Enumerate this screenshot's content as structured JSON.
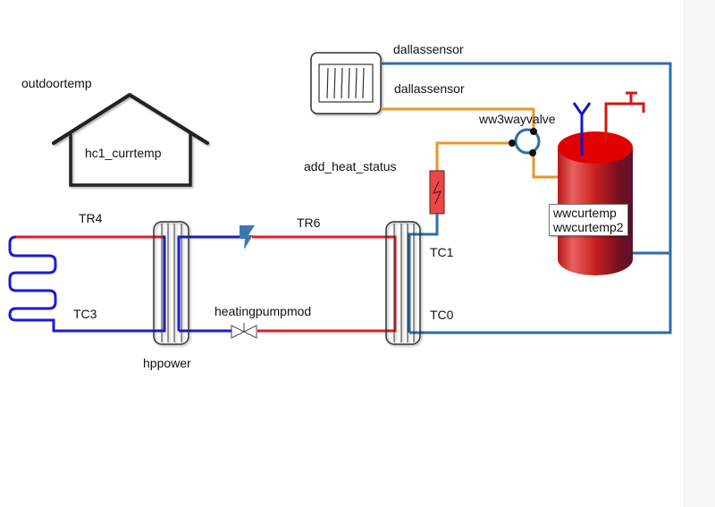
{
  "diagram": {
    "type": "heating-system-schematic",
    "colors": {
      "hot_pipe": "#e31b23",
      "cold_pipe": "#1a1ad6",
      "return_pipe": "#2b6ea8",
      "sensor_pipe": "#e8962a",
      "tank": "#d11a1a",
      "outline": "#222222"
    },
    "labels": {
      "outdoortemp": "outdoortemp",
      "hc1_currtemp": "hc1_currtemp",
      "dallassensor_top": "dallassensor",
      "dallassensor_mid": "dallassensor",
      "ww3wayvalve": "ww3wayvalve",
      "add_heat_status": "add_heat_status",
      "wwcurtemp": "wwcurtemp",
      "wwcurtemp2": "wwcurtemp2",
      "tr4": "TR4",
      "tr6": "TR6",
      "tc1": "TC1",
      "tc3": "TC3",
      "tc0": "TC0",
      "heatingpumpmod": "heatingpumpmod",
      "hppower": "hppower"
    },
    "components": [
      {
        "id": "house",
        "icon": "house-icon"
      },
      {
        "id": "floor-heating-coil",
        "icon": "radiator-coil-icon"
      },
      {
        "id": "hp-heat-exchanger",
        "icon": "heat-exchanger-icon"
      },
      {
        "id": "compressor",
        "icon": "lightning-icon"
      },
      {
        "id": "pump-valve",
        "icon": "valve-icon"
      },
      {
        "id": "dhw-heat-exchanger",
        "icon": "heat-exchanger-icon"
      },
      {
        "id": "electric-heater",
        "icon": "heater-icon"
      },
      {
        "id": "three-way-valve",
        "icon": "three-way-valve-icon"
      },
      {
        "id": "dhw-tank",
        "icon": "water-tank-icon"
      },
      {
        "id": "dallas-sensor-panel",
        "icon": "sensor-panel-icon"
      },
      {
        "id": "tap",
        "icon": "tap-icon"
      },
      {
        "id": "cold-inlet",
        "icon": "inlet-icon"
      }
    ]
  }
}
